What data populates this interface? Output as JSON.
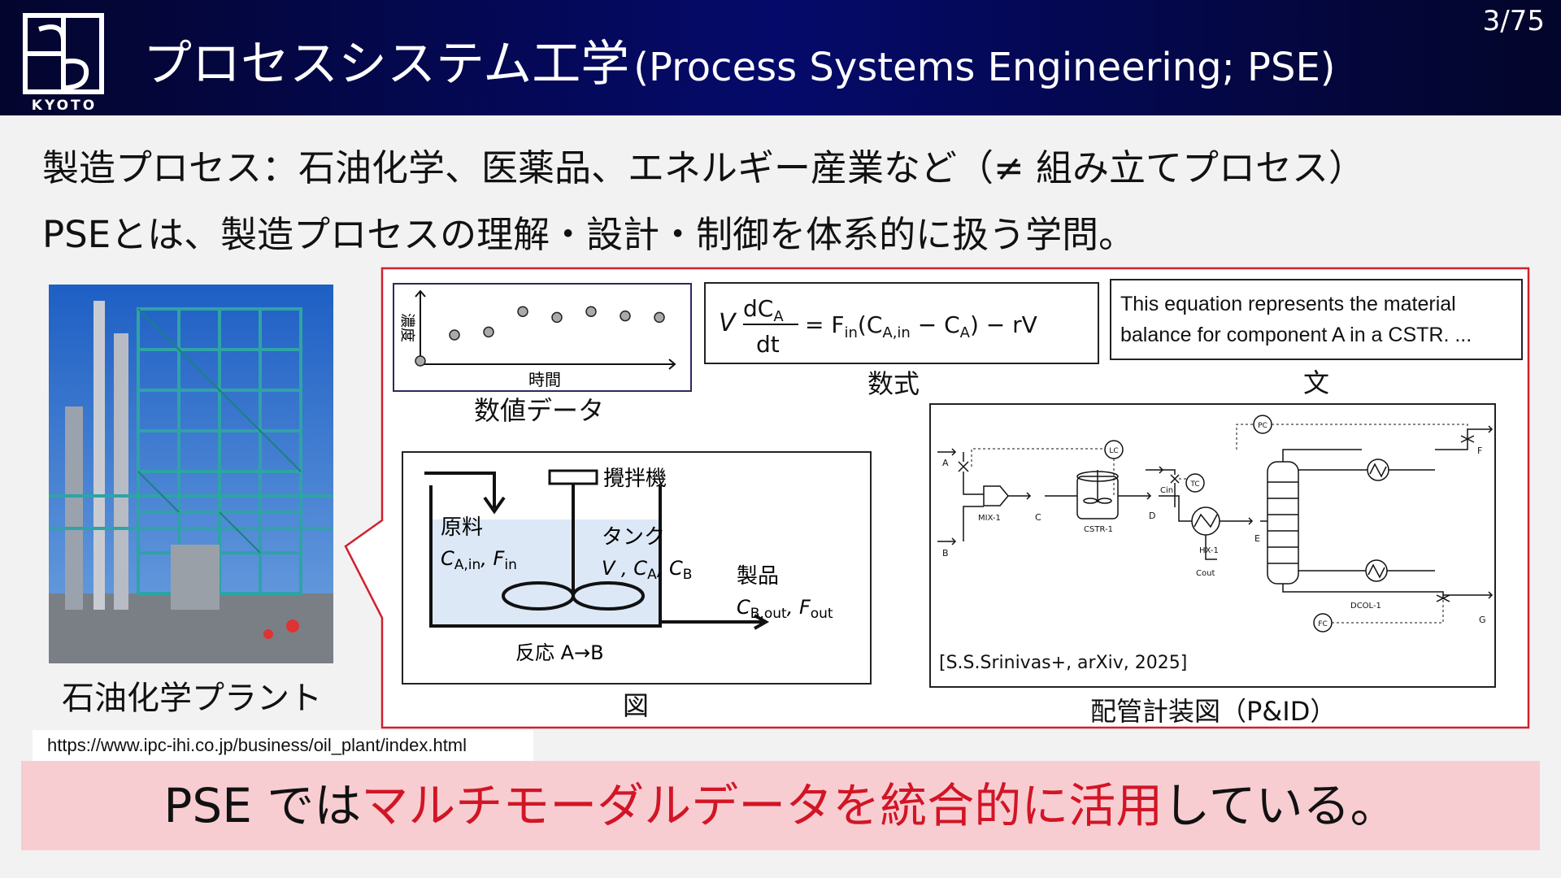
{
  "header": {
    "logo_text": "KYOTO",
    "title_jp": "プロセスシステム工学",
    "title_en": "(Process Systems Engineering; PSE)",
    "page_number": "3/75"
  },
  "bullets": [
    "製造プロセス：石油化学、医薬品、エネルギー産業など（≠ 組み立てプロセス）",
    "PSEとは、製造プロセスの理解・設計・制御を体系的に扱う学問。"
  ],
  "plant": {
    "caption": "石油化学プラント",
    "url": "https://www.ipc-ihi.co.jp/business/oil_plant/index.html"
  },
  "numeric": {
    "y_label": "濃度",
    "x_label": "時間",
    "caption": "数値データ",
    "points": [
      [
        1,
        1
      ],
      [
        2,
        2
      ],
      [
        3,
        2.2
      ],
      [
        4,
        3.6
      ],
      [
        5,
        3.2
      ],
      [
        6,
        3.6
      ],
      [
        7,
        3.3
      ],
      [
        8,
        3.2
      ]
    ]
  },
  "equation": {
    "caption": "数式",
    "lhs_V": "V",
    "num": "dC",
    "num_sub": "A",
    "den": "dt",
    "rhs": "= F",
    "rhs_sub": "in",
    "rhs_a": "(C",
    "rhs_a_sub": "A,in",
    "rhs_b": " − C",
    "rhs_b_sub": "A",
    "rhs_c": ") − rV"
  },
  "text": {
    "caption": "文",
    "line1": "This equation represents the material",
    "line2": "balance for component A in a CSTR. ..."
  },
  "figure": {
    "caption": "図",
    "stirrer": "攪拌機",
    "feed": "原料",
    "feed_vars": "C",
    "feed_sub1": "A,in",
    "feed_f": ", F",
    "feed_sub2": "in",
    "tank": "タンク",
    "tank_vars": "V , C",
    "tank_sub1": "A",
    "tank_sep": ", C",
    "tank_sub2": "B",
    "product": "製品",
    "prod_c": "C",
    "prod_sub1": "B,out",
    "prod_f": ", F",
    "prod_sub2": "out",
    "reaction": "反応 A→B"
  },
  "pid": {
    "caption": "配管計装図（P&ID）",
    "citation": "[S.S.Srinivas+, arXiv, 2025]",
    "labels": {
      "A": "A",
      "B": "B",
      "C": "C",
      "D": "D",
      "E": "E",
      "F": "F",
      "G": "G",
      "mix": "MIX-1",
      "cstr": "CSTR-1",
      "hx": "HX-1",
      "dcol": "DCOL-1",
      "cin": "Cin",
      "cout": "Cout",
      "lc": "LC",
      "tc": "TC",
      "pc": "PC",
      "fc": "FC"
    }
  },
  "banner": {
    "pre": "PSE では",
    "highlight": "マルチモーダルデータを統合的に活用",
    "post": "している。"
  },
  "colors": {
    "header_dark": "#04052e",
    "header_blue": "#050a6a",
    "callout_border": "#d0202e",
    "highlight_red": "#d21525",
    "banner_pink": "#f7cdd2",
    "tank_fill": "#dde8f6"
  }
}
